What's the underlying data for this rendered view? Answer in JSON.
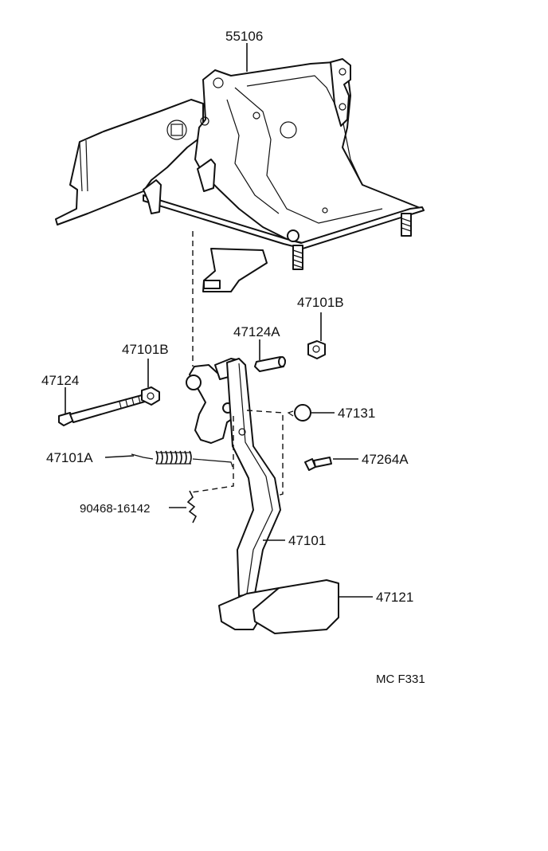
{
  "diagram": {
    "code": "MC F331",
    "parts": {
      "bracket": "55106",
      "nut_right": "47101B",
      "nut_left": "47101B",
      "collar": "47124A",
      "bolt": "47124",
      "stopper": "47131",
      "spring": "47101A",
      "screw": "47264A",
      "clip": "90468-16142",
      "pedal_arm": "47101",
      "pedal_pad": "47121"
    }
  }
}
